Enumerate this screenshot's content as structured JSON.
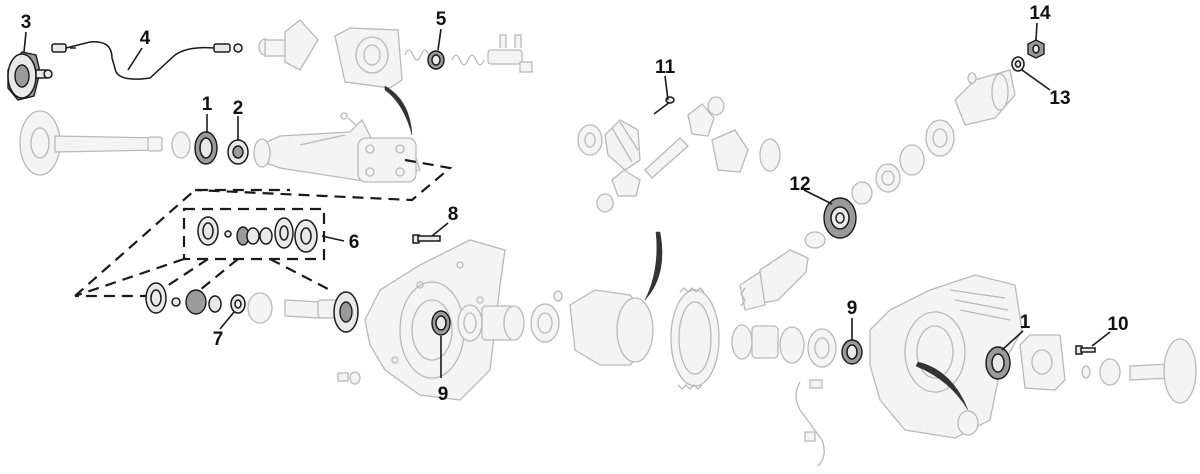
{
  "diagram": {
    "type": "exploded-parts-view",
    "callouts": [
      "1",
      "2",
      "3",
      "4",
      "5",
      "6",
      "7",
      "8",
      "9",
      "10",
      "11",
      "12",
      "13",
      "14",
      "1",
      "9"
    ]
  }
}
